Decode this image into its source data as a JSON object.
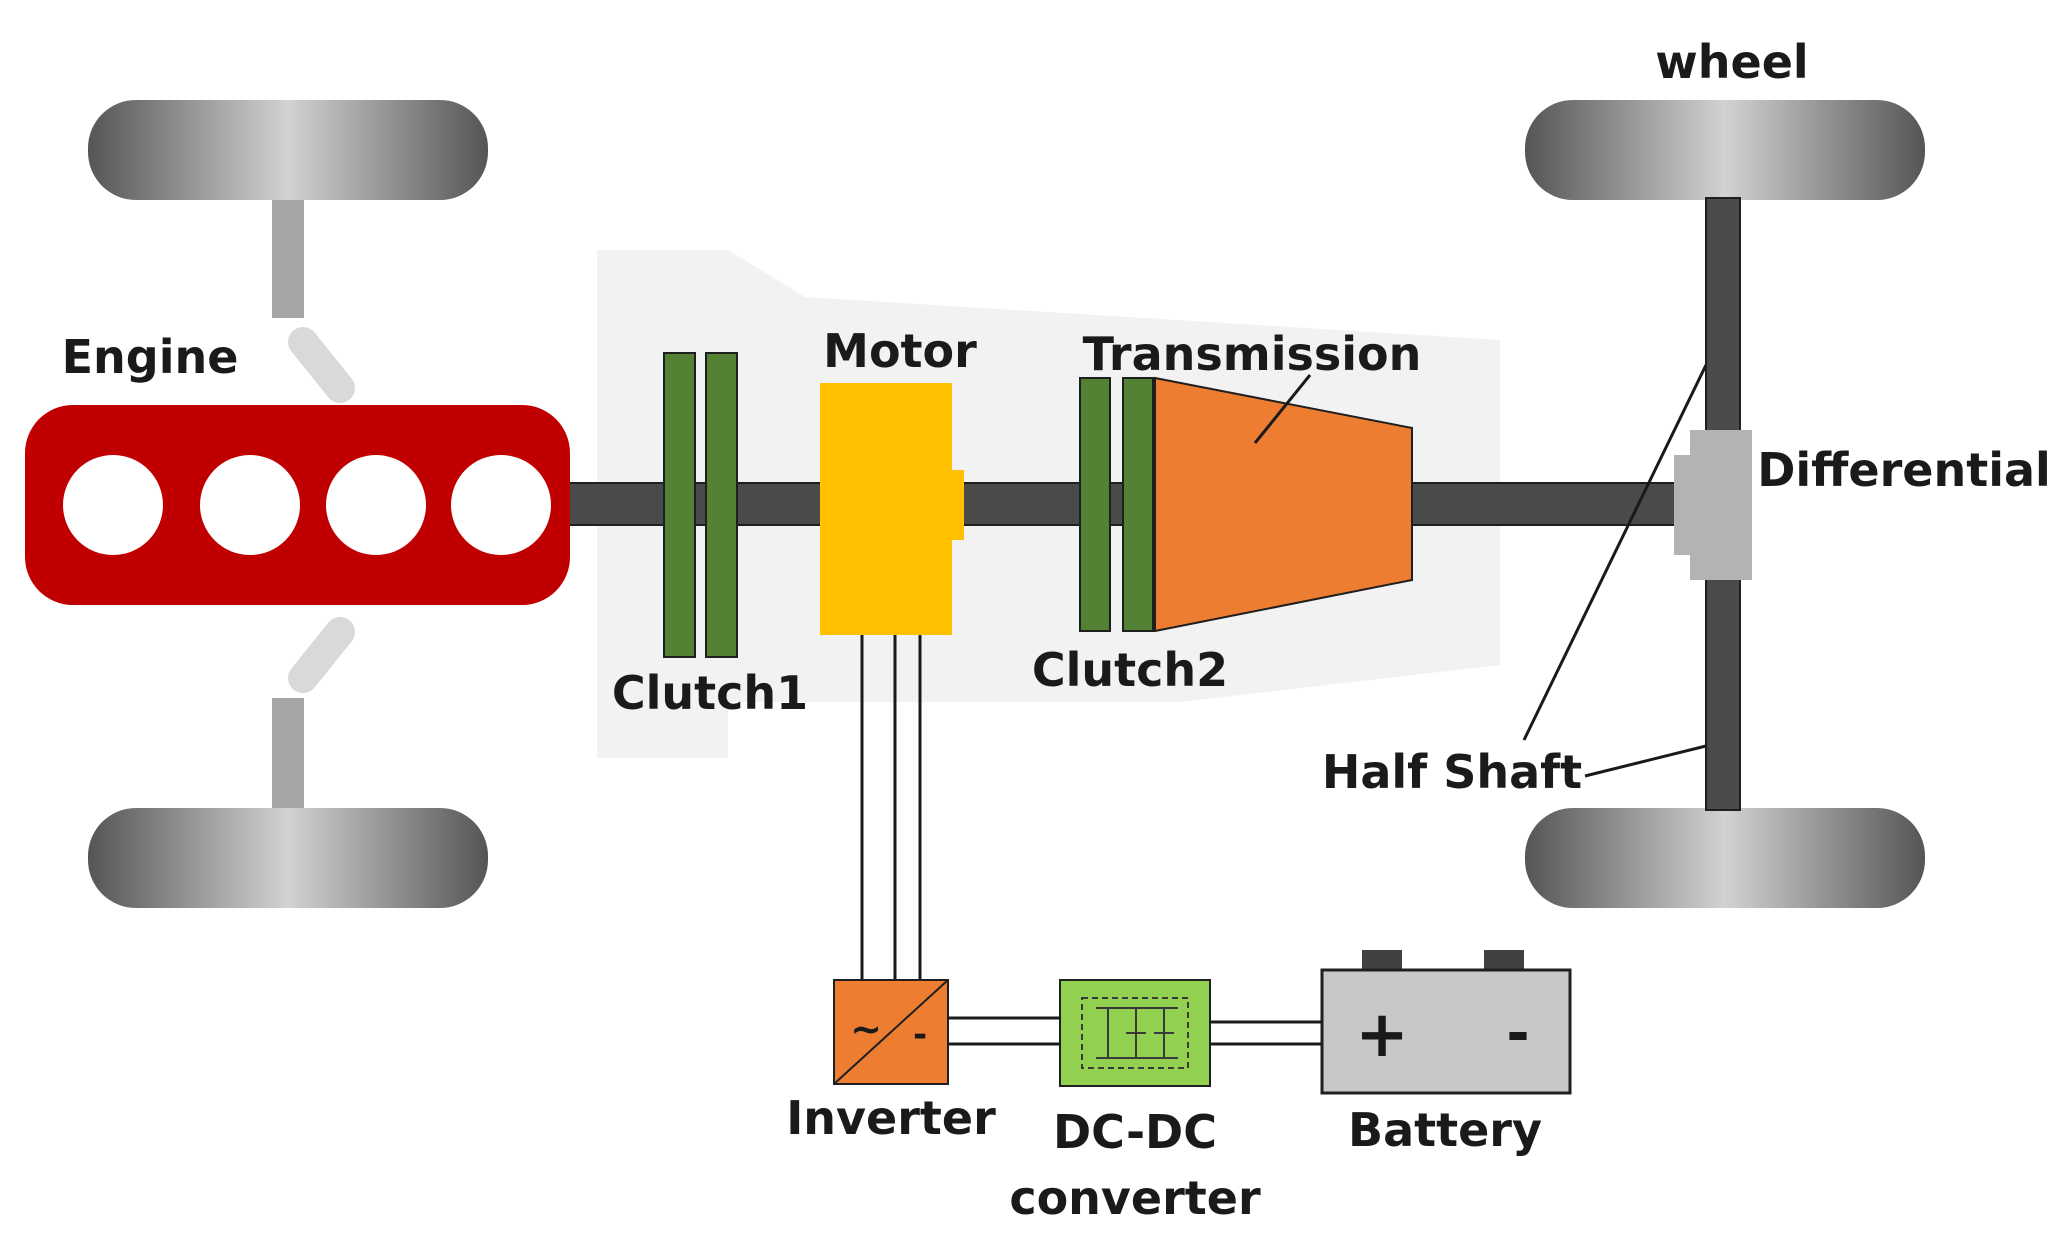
{
  "labels": {
    "wheel": "wheel",
    "engine": "Engine",
    "motor": "Motor",
    "transmission": "Transmission",
    "differential": "Differential",
    "clutch1": "Clutch1",
    "clutch2": "Clutch2",
    "half_shaft": "Half Shaft",
    "inverter": "Inverter",
    "dcdc_line1": "DC-DC",
    "dcdc_line2": "converter",
    "battery": "Battery"
  },
  "symbols": {
    "inverter_ac": "~",
    "inverter_dc": "-",
    "battery_plus": "+",
    "battery_minus": "-"
  },
  "colors": {
    "engine": "#c00000",
    "clutch": "#548235",
    "motor": "#ffc000",
    "transmission": "#ed7d31",
    "inverter": "#ed7d31",
    "dcdc": "#92d050",
    "battery": "#c8c8c8",
    "shaft": "#4a4a4a",
    "differential": "#b3b3b3",
    "housing": "#f2f2f2"
  }
}
